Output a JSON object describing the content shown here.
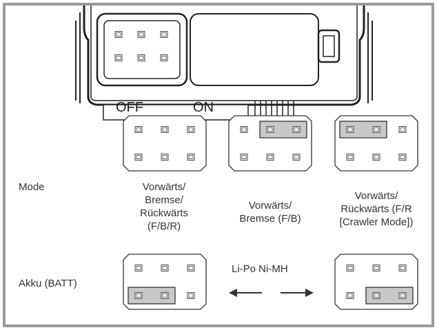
{
  "device": {
    "switch_off_label": "OFF",
    "switch_on_label": "ON"
  },
  "rows": {
    "mode_label": "Mode",
    "batt_label": "Akku (BATT)"
  },
  "modes": [
    {
      "lines": [
        "Vorwärts/",
        "Bremse/",
        "Rückwärts",
        "(F/B/R)"
      ],
      "jumpers": []
    },
    {
      "lines": [
        "Vorwärts/",
        "Bremse (F/B)"
      ],
      "jumpers": [
        "top-right"
      ]
    },
    {
      "lines": [
        "Vorwärts/",
        "Rückwärts (F/R",
        "[Crawler Mode])"
      ],
      "jumpers": [
        "top-left"
      ]
    }
  ],
  "battery": {
    "caption": "Li-Po Ni-MH",
    "lipo_jumper": "bottom-left",
    "nimh_jumper": "bottom-right"
  },
  "colors": {
    "line": "#333333",
    "jumper_fill": "#c8c8c8",
    "frame": "#9a9a9a"
  }
}
